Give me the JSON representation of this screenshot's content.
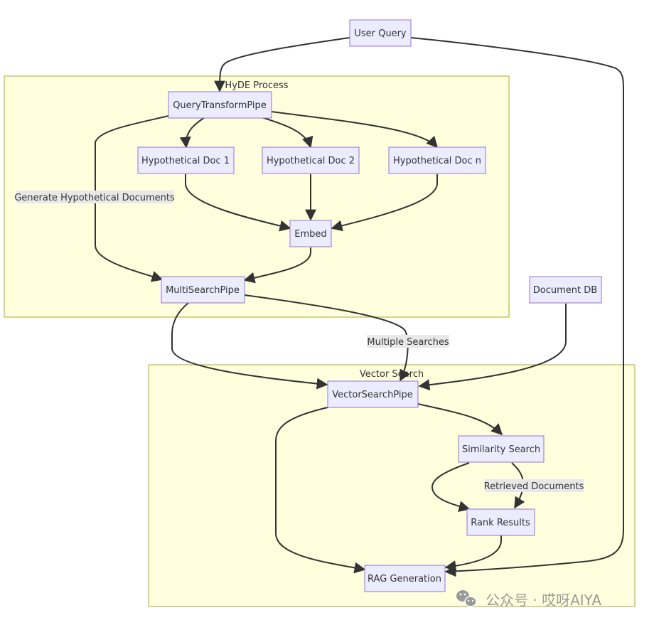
{
  "clusters": {
    "hyde": "HyDE Process",
    "vector": "Vector Search"
  },
  "nodes": {
    "user_query": "User Query",
    "query_transform": "QueryTransformPipe",
    "hyp_doc_1": "Hypothetical Doc 1",
    "hyp_doc_2": "Hypothetical Doc 2",
    "hyp_doc_n": "Hypothetical Doc n",
    "embed": "Embed",
    "multi_search": "MultiSearchPipe",
    "document_db": "Document DB",
    "vector_search": "VectorSearchPipe",
    "similarity_search": "Similarity Search",
    "rank_results": "Rank Results",
    "rag_generation": "RAG Generation"
  },
  "edge_labels": {
    "generate": "Generate Hypothetical Documents",
    "multiple_searches": "Multiple Searches",
    "retrieved": "Retrieved Documents"
  },
  "edges": [
    {
      "from": "user_query",
      "to": "query_transform"
    },
    {
      "from": "user_query",
      "to": "rag_generation"
    },
    {
      "from": "query_transform",
      "to": "hyp_doc_1"
    },
    {
      "from": "query_transform",
      "to": "hyp_doc_2"
    },
    {
      "from": "query_transform",
      "to": "hyp_doc_n"
    },
    {
      "from": "query_transform",
      "to": "multi_search",
      "label": "Generate Hypothetical Documents"
    },
    {
      "from": "hyp_doc_1",
      "to": "embed"
    },
    {
      "from": "hyp_doc_2",
      "to": "embed"
    },
    {
      "from": "hyp_doc_n",
      "to": "embed"
    },
    {
      "from": "embed",
      "to": "multi_search"
    },
    {
      "from": "multi_search",
      "to": "vector_search"
    },
    {
      "from": "multi_search",
      "to": "vector_search",
      "label": "Multiple Searches"
    },
    {
      "from": "document_db",
      "to": "vector_search"
    },
    {
      "from": "vector_search",
      "to": "similarity_search"
    },
    {
      "from": "vector_search",
      "to": "rag_generation"
    },
    {
      "from": "similarity_search",
      "to": "rank_results"
    },
    {
      "from": "similarity_search",
      "to": "rank_results",
      "label": "Retrieved Documents"
    },
    {
      "from": "rank_results",
      "to": "rag_generation"
    }
  ],
  "watermark": {
    "text": "公众号 · 哎呀AIYA",
    "icon": "wechat-icon"
  },
  "colors": {
    "cluster_fill": "#ffffde",
    "cluster_stroke": "#aaaa33",
    "node_fill": "#ececff",
    "node_stroke": "#9370db",
    "edge": "#333333"
  }
}
